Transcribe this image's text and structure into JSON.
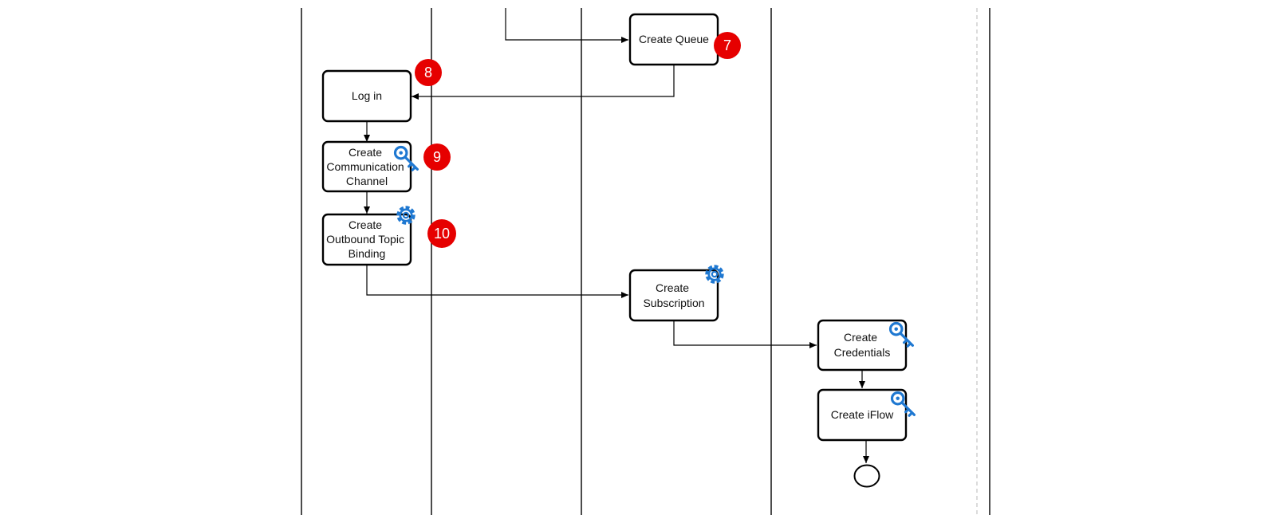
{
  "diagram": {
    "nodes": [
      {
        "id": "create-queue",
        "lines": [
          "Create Queue"
        ],
        "badge": "7",
        "icon": null
      },
      {
        "id": "log-in",
        "lines": [
          "Log in"
        ],
        "badge": "8",
        "icon": null
      },
      {
        "id": "create-communication-channel",
        "lines": [
          "Create",
          "Communication",
          "Channel"
        ],
        "badge": "9",
        "icon": "key-icon"
      },
      {
        "id": "create-outbound-topic-binding",
        "lines": [
          "Create",
          "Outbound Topic",
          "Binding"
        ],
        "badge": "10",
        "icon": "gear-icon"
      },
      {
        "id": "create-subscription",
        "lines": [
          "Create",
          "Subscription"
        ],
        "badge": null,
        "icon": "gear-icon"
      },
      {
        "id": "create-credentials",
        "lines": [
          "Create",
          "Credentials"
        ],
        "badge": null,
        "icon": "key-icon"
      },
      {
        "id": "create-iflow",
        "lines": [
          "Create iFlow"
        ],
        "badge": null,
        "icon": "key-icon"
      }
    ],
    "end_event": "end-event",
    "colors": {
      "badge": "#e60000",
      "icon": "#1f78d1",
      "line": "#000000",
      "node_fill": "#ffffff"
    }
  }
}
